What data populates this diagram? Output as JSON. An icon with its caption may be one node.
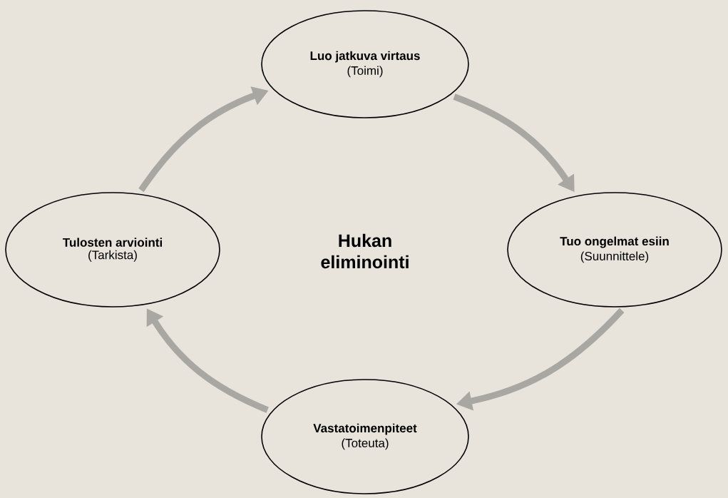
{
  "diagram": {
    "nodes": [
      {
        "text": [
          "Luo jatkuva virtaus",
          "(Toimi)"
        ]
      },
      {
        "text": [
          "Tuo ongelmat esiin",
          "(Suunnittele)"
        ]
      },
      {
        "text": [
          "Vastatoimenpiteet",
          "(Toteuta)"
        ]
      },
      {
        "text": [
          "Tulosten arviointi",
          "(Tarkista)"
        ]
      }
    ],
    "edges": [
      {
        "from": 0,
        "to": 1,
        "arrow": "to"
      },
      {
        "from": 1,
        "to": 2,
        "arrow": "to"
      },
      {
        "from": 2,
        "to": 3,
        "arrow": "to"
      },
      {
        "from": 3,
        "to": 0,
        "arrow": "to"
      }
    ],
    "labels": [
      "Hukan eliminointi"
    ]
  }
}
